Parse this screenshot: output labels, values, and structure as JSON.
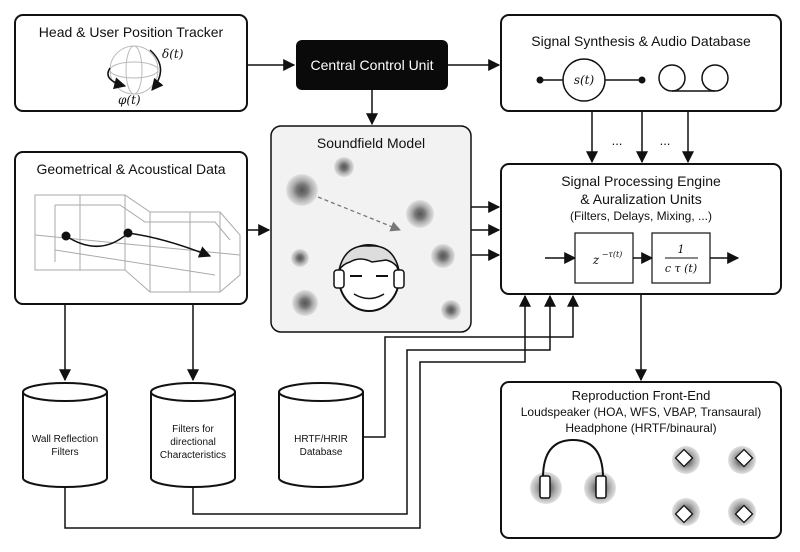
{
  "boxes": {
    "tracker": {
      "title": "Head & User Position Tracker",
      "delta": "δ(t)",
      "phi": "φ(t)"
    },
    "control": {
      "title": "Central Control Unit"
    },
    "synth": {
      "title": "Signal Synthesis & Audio Database",
      "signal": "s(t)"
    },
    "geo": {
      "title": "Geometrical & Acoustical Data"
    },
    "soundfield": {
      "title": "Soundfield Model"
    },
    "engine": {
      "title1": "Signal Processing Engine",
      "title2": "& Auralization Units",
      "subtitle": "(Filters, Delays, Mixing, ...)",
      "delay_label": "z",
      "delay_exp": "−τ(t)",
      "gain_num": "1",
      "gain_den": "c τ (t)"
    },
    "repro": {
      "title": "Reproduction Front-End",
      "line1": "Loudspeaker (HOA, WFS, VBAP, Transaural)",
      "line2": "Headphone (HRTF/binaural)"
    }
  },
  "databases": {
    "wall": {
      "line1": "Wall Reflection",
      "line2": "Filters"
    },
    "directional": {
      "line1": "Filters for",
      "line2": "directional",
      "line3": "Characteristics"
    },
    "hrtf": {
      "line1": "HRTF/HRIR",
      "line2": "Database"
    }
  },
  "ellipsis": "..."
}
